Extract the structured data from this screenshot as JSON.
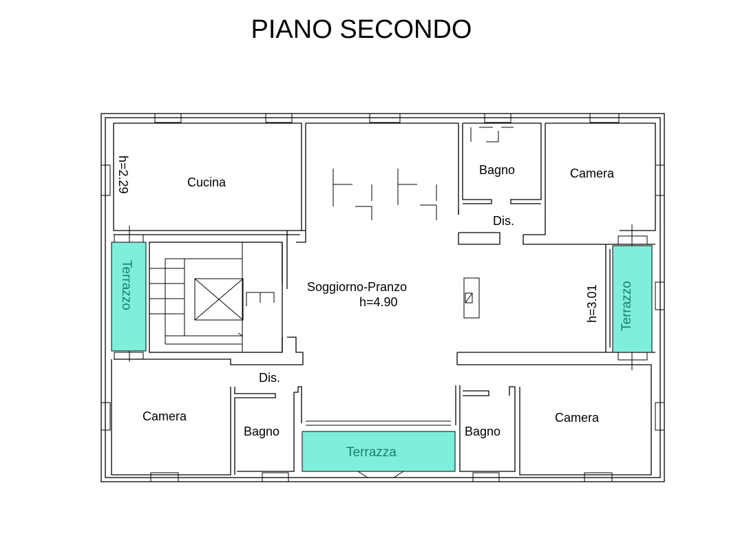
{
  "title": "PIANO SECONDO",
  "rooms": {
    "cucina": "Cucina",
    "bagno_top": "Bagno",
    "camera_top_right": "Camera",
    "dis_top": "Dis.",
    "soggiorno": "Soggiorno-Pranzo",
    "camera_bottom_left": "Camera",
    "bagno_bottom_left": "Bagno",
    "dis_bottom": "Dis.",
    "bagno_bottom_right": "Bagno",
    "camera_bottom_right": "Camera"
  },
  "terraces": {
    "left": "Terrazzo",
    "right": "Terrazzo",
    "bottom": "Terrazza",
    "color": "#7fefdc"
  },
  "heights": {
    "cucina": "h=2.29",
    "soggiorno": "h=4.90",
    "right": "h=3.01"
  }
}
